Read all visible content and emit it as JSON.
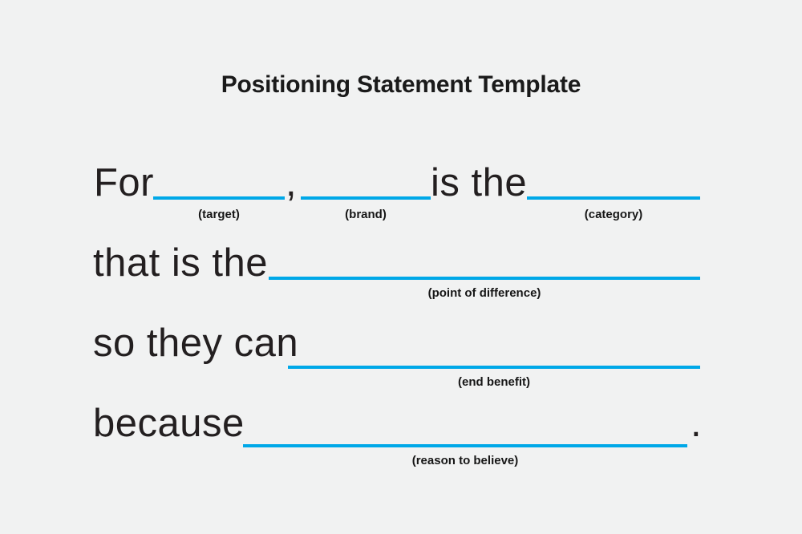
{
  "page": {
    "background_color": "#f1f2f2",
    "accent_color": "#00a8e8",
    "text_color": "#231f20"
  },
  "title": "Positioning Statement Template",
  "statement": {
    "lines": [
      {
        "segments": [
          {
            "kind": "text",
            "value": "For"
          },
          {
            "kind": "blank",
            "label": "(target)"
          },
          {
            "kind": "text",
            "value": ","
          },
          {
            "kind": "blank",
            "label": "(brand)"
          },
          {
            "kind": "text",
            "value": "is the"
          },
          {
            "kind": "blank",
            "label": "(category)"
          }
        ]
      },
      {
        "segments": [
          {
            "kind": "text",
            "value": "that is the"
          },
          {
            "kind": "blank",
            "label": "(point of difference)"
          }
        ]
      },
      {
        "segments": [
          {
            "kind": "text",
            "value": "so they can"
          },
          {
            "kind": "blank",
            "label": "(end benefit)"
          }
        ]
      },
      {
        "segments": [
          {
            "kind": "text",
            "value": "because"
          },
          {
            "kind": "blank",
            "label": "(reason to believe)"
          },
          {
            "kind": "text",
            "value": "."
          }
        ]
      }
    ]
  },
  "line1": {
    "for": "For",
    "comma": ",",
    "is_the": "is the",
    "label_target": "(target)",
    "label_brand": "(brand)",
    "label_category": "(category)"
  },
  "line2": {
    "that_is_the": "that is the",
    "label_point_of_difference": "(point of difference)"
  },
  "line3": {
    "so_they_can": "so they can",
    "label_end_benefit": "(end benefit)"
  },
  "line4": {
    "because": "because",
    "period": ".",
    "label_reason_to_believe": "(reason to believe)"
  }
}
